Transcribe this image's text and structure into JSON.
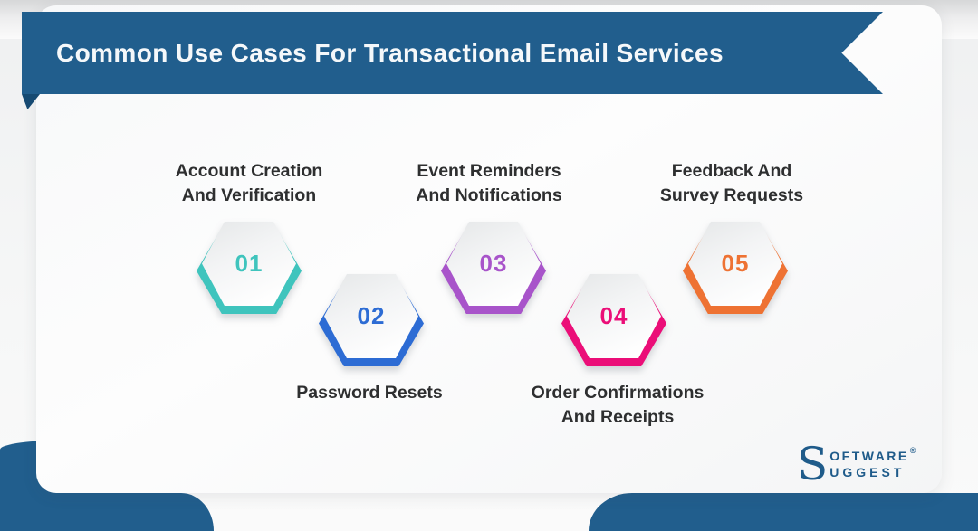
{
  "header": {
    "title": "Common Use Cases For Transactional Email Services"
  },
  "items": [
    {
      "number": "01",
      "lines": [
        "Account Creation",
        "And Verification"
      ],
      "label_position": "above",
      "color": "#3FC4BD"
    },
    {
      "number": "02",
      "lines": [
        "Password Resets"
      ],
      "label_position": "below",
      "color": "#2D6CD4"
    },
    {
      "number": "03",
      "lines": [
        "Event Reminders",
        "And Notifications"
      ],
      "label_position": "above",
      "color": "#A854CA"
    },
    {
      "number": "04",
      "lines": [
        "Order Confirmations",
        "And Receipts"
      ],
      "label_position": "below",
      "color": "#EB0E78"
    },
    {
      "number": "05",
      "lines": [
        "Feedback And",
        "Survey Requests"
      ],
      "label_position": "above",
      "color": "#EE7233"
    }
  ],
  "logo": {
    "s_mark": "S",
    "line1": "OFTWARE",
    "registered": "®",
    "line2": "UGGEST"
  },
  "colors": {
    "banner_blue": "#215E8D",
    "banner_fold": "#164A72",
    "corner_blue": "#215E8D",
    "logo_blue": "#1F5B8A",
    "label_text": "#2E2F30"
  }
}
